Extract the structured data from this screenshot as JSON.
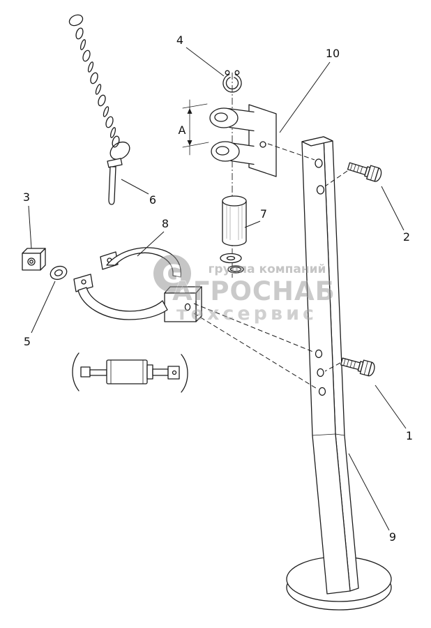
{
  "diagram": {
    "type": "exploded-parts-diagram",
    "callouts": {
      "c1": "1",
      "c2": "2",
      "c3": "3",
      "c4": "4",
      "c5": "5",
      "c6": "6",
      "c7": "7",
      "c8": "8",
      "c9": "9",
      "c10": "10",
      "dim": "A"
    },
    "watermark": {
      "logo_letter": "G",
      "line1": "группа компаний",
      "line2": "АГРОСНАБ",
      "line3": "техсервис"
    },
    "colors": {
      "line": "#1c1c1c",
      "fill": "#ffffff",
      "watermark": "#979797"
    }
  }
}
